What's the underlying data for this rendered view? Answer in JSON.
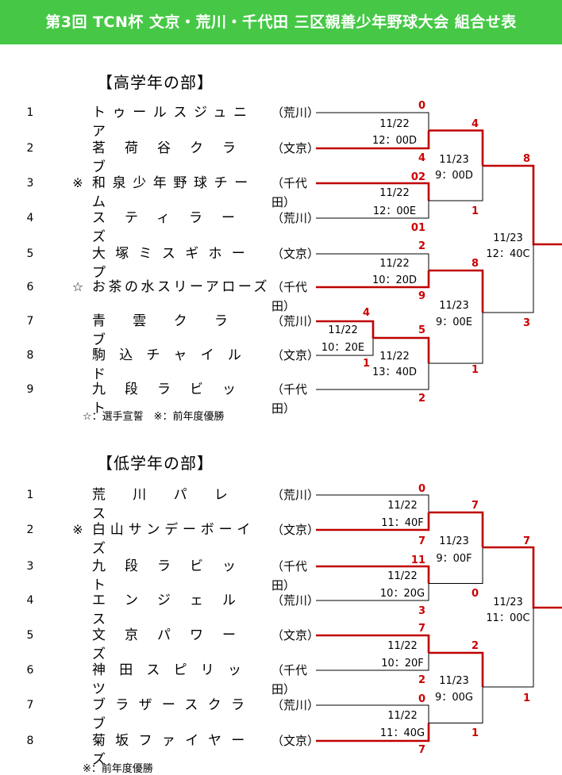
{
  "title": "第3回 TCN杯 文京・荒川・千代田 三区親善少年野球大会 組合せ表",
  "senior": {
    "heading": "【高学年の部】",
    "teams": [
      {
        "no": "1",
        "mark": "",
        "name": "トゥールスジュニア",
        "ward": "（荒川）"
      },
      {
        "no": "2",
        "mark": "",
        "name": "茗荷谷クラブ",
        "ward": "（文京）"
      },
      {
        "no": "3",
        "mark": "※",
        "name": "和泉少年野球チーム",
        "ward": "（千代田）"
      },
      {
        "no": "4",
        "mark": "",
        "name": "スティラーズ",
        "ward": "（荒川）"
      },
      {
        "no": "5",
        "mark": "",
        "name": "大塚ミスギホープ",
        "ward": "（文京）"
      },
      {
        "no": "6",
        "mark": "☆",
        "name": "お茶の水スリーアローズ",
        "ward": "（千代田）"
      },
      {
        "no": "7",
        "mark": "",
        "name": "青雲クラブ",
        "ward": "（荒川）"
      },
      {
        "no": "8",
        "mark": "",
        "name": "駒込チャイルド",
        "ward": "（文京）"
      },
      {
        "no": "9",
        "mark": "",
        "name": "九段ラビット",
        "ward": "（千代田）"
      }
    ],
    "note": "☆：選手宣誓　※：前年度優勝",
    "matches": {
      "m12": {
        "date": "11/22",
        "time": "12：00D",
        "s1": "0",
        "s2": "4"
      },
      "m34": {
        "date": "11/22",
        "time": "12：00E",
        "s1": "02",
        "s2": "01"
      },
      "m56": {
        "date": "11/22",
        "time": "10：20D",
        "s1": "2",
        "s2": "9"
      },
      "m78": {
        "date": "11/22",
        "time": "10：20E",
        "s1": "4",
        "s2": "1"
      },
      "m9": {
        "date": "11/22",
        "time": "13：40D",
        "s1": "5",
        "s2": "2"
      },
      "qf1": {
        "date": "11/23",
        "time": "9：00D",
        "s1": "4",
        "s2": "1"
      },
      "qf2": {
        "date": "11/23",
        "time": "9：00E",
        "s1": "8",
        "s2": "1"
      },
      "final": {
        "date": "11/23",
        "time": "12：40C",
        "s1": "8",
        "s2": "3"
      }
    }
  },
  "junior": {
    "heading": "【低学年の部】",
    "teams": [
      {
        "no": "1",
        "mark": "",
        "name": "荒川パレス",
        "ward": "（荒川）"
      },
      {
        "no": "2",
        "mark": "※",
        "name": "白山サンデーボーイズ",
        "ward": "（文京）"
      },
      {
        "no": "3",
        "mark": "",
        "name": "九段ラビット",
        "ward": "（千代田）"
      },
      {
        "no": "4",
        "mark": "",
        "name": "エンジェルス",
        "ward": "（荒川）"
      },
      {
        "no": "5",
        "mark": "",
        "name": "文京パワーズ",
        "ward": "（文京）"
      },
      {
        "no": "6",
        "mark": "",
        "name": "神田スピリッツ",
        "ward": "（千代田）"
      },
      {
        "no": "7",
        "mark": "",
        "name": "ブラザースクラブ",
        "ward": "（荒川）"
      },
      {
        "no": "8",
        "mark": "",
        "name": "菊坂ファイヤーズ",
        "ward": "（文京）"
      }
    ],
    "note": "※：前年度優勝",
    "matches": {
      "m12": {
        "date": "11/22",
        "time": "11：40F",
        "s1": "0",
        "s2": "7"
      },
      "m34": {
        "date": "11/22",
        "time": "10：20G",
        "s1": "11",
        "s2": "3"
      },
      "m56": {
        "date": "11/22",
        "time": "10：20F",
        "s1": "7",
        "s2": "2"
      },
      "m78": {
        "date": "11/22",
        "time": "11：40G",
        "s1": "0",
        "s2": "7"
      },
      "qf1": {
        "date": "11/23",
        "time": "9：00F",
        "s1": "7",
        "s2": "0"
      },
      "qf2": {
        "date": "11/23",
        "time": "9：00G",
        "s1": "2",
        "s2": "1"
      },
      "final": {
        "date": "11/23",
        "time": "11：00C",
        "s1": "7",
        "s2": "1"
      }
    }
  }
}
